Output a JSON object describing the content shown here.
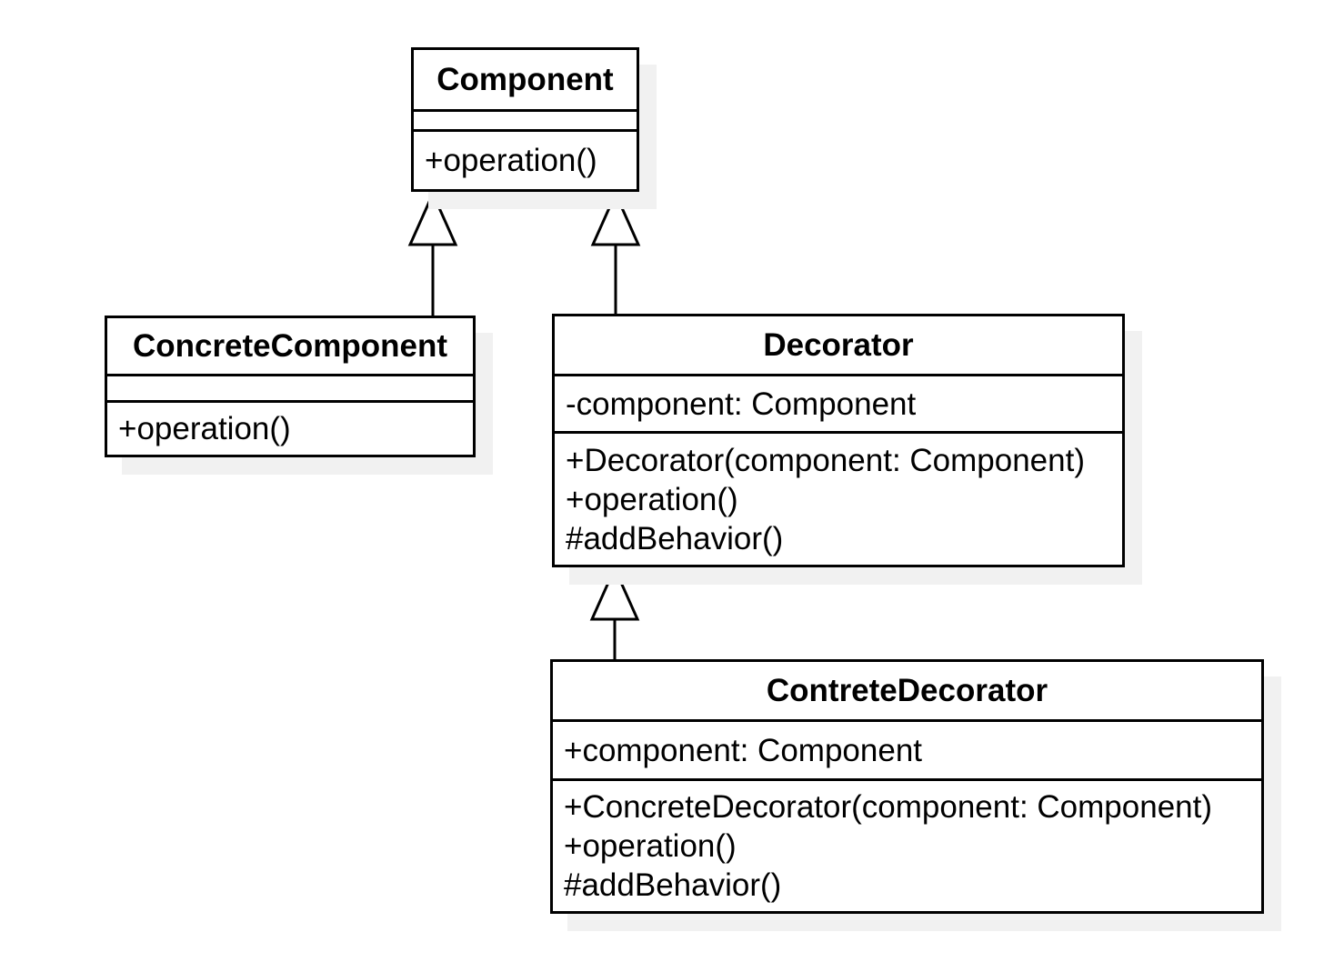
{
  "classes": [
    {
      "name": "Component",
      "attributes": [],
      "methods": [
        "+operation()"
      ]
    },
    {
      "name": "ConcreteComponent",
      "attributes": [],
      "methods": [
        "+operation()"
      ]
    },
    {
      "name": "Decorator",
      "attributes": [
        "-component: Component"
      ],
      "methods": [
        "+Decorator(component: Component)",
        "+operation()",
        "#addBehavior()"
      ]
    },
    {
      "name": "ContreteDecorator",
      "attributes": [
        "+component: Component"
      ],
      "methods": [
        "+ConcreteDecorator(component: Component)",
        "+operation()",
        "#addBehavior()"
      ]
    }
  ],
  "relations": [
    {
      "type": "generalization",
      "from": "ConcreteComponent",
      "to": "Component"
    },
    {
      "type": "generalization",
      "from": "Decorator",
      "to": "Component"
    },
    {
      "type": "generalization",
      "from": "ContreteDecorator",
      "to": "Decorator"
    }
  ],
  "colors": {
    "stroke": "#000000",
    "fill": "#ffffff",
    "shadow": "#f1f1f1",
    "text": "#000000"
  }
}
